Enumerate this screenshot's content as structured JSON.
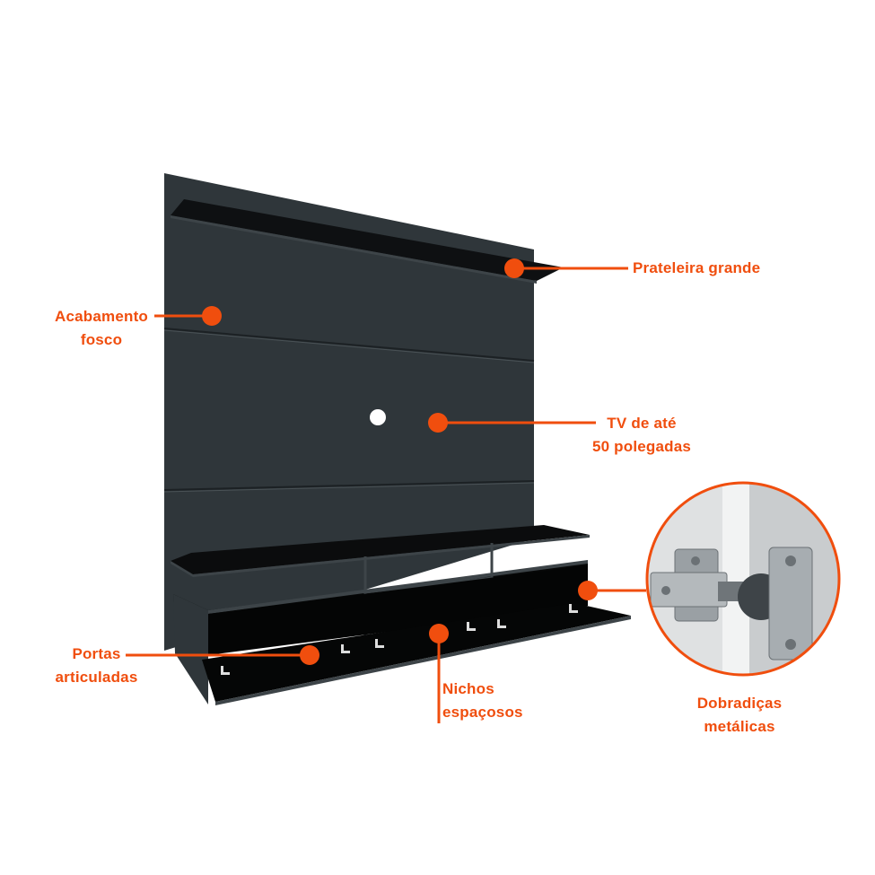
{
  "colors": {
    "accent": "#f04e0e",
    "panel": "#2f363a",
    "cabinet": "#0b0c0d"
  },
  "callouts": {
    "shelf": {
      "line1": "Prateleira grande"
    },
    "finish": {
      "line1": "Acabamento",
      "line2": "fosco"
    },
    "tv": {
      "line1": "TV de até",
      "line2": "50 polegadas"
    },
    "doors": {
      "line1": "Portas",
      "line2": "articuladas"
    },
    "niches": {
      "line1": "Nichos",
      "line2": "espaçosos"
    },
    "hinges": {
      "line1": "Dobradiças",
      "line2": "metálicas"
    }
  }
}
